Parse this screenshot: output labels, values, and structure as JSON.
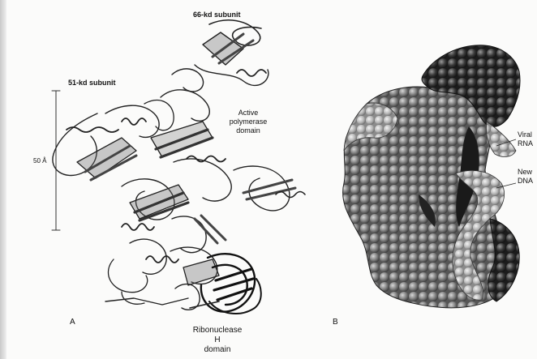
{
  "figure": {
    "panel_a": {
      "letter": "A",
      "label_66kd": "66-kd subunit",
      "label_51kd": "51-kd subunit",
      "active_domain": [
        "Active",
        "polymerase",
        "domain"
      ],
      "scale": "50 Å",
      "rnase_domain": [
        "Ribonuclease",
        "H",
        "domain"
      ]
    },
    "panel_b": {
      "letter": "B",
      "viral_rna": [
        "Viral",
        "RNA"
      ],
      "new_dna": [
        "New",
        "DNA"
      ]
    }
  }
}
